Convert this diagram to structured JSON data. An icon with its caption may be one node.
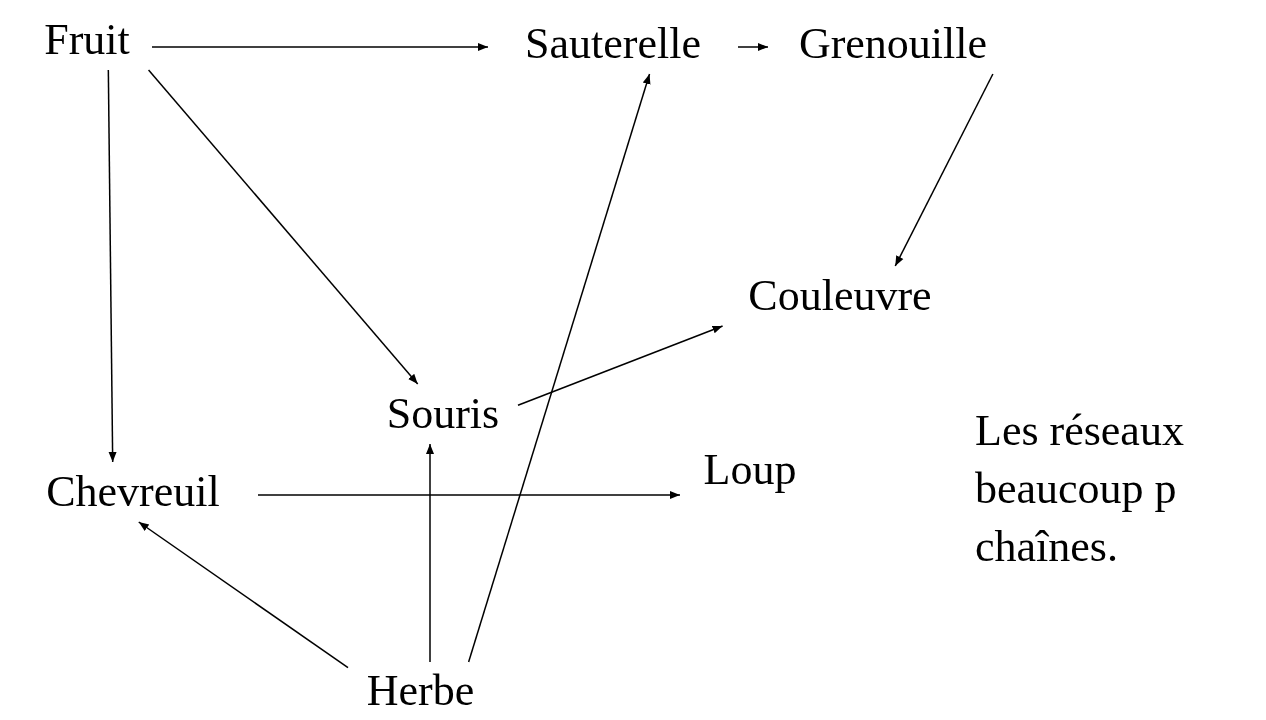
{
  "diagram": {
    "nodes": [
      {
        "text": [
          "Fruit"
        ]
      },
      {
        "text": [
          "Sauterelle"
        ]
      },
      {
        "text": [
          "Grenouille"
        ]
      },
      {
        "text": [
          "Couleuvre"
        ]
      },
      {
        "text": [
          "Souris"
        ]
      },
      {
        "text": [
          "Chevreuil"
        ]
      },
      {
        "text": [
          "Loup"
        ]
      },
      {
        "text": [
          "Herbe"
        ]
      }
    ],
    "edges": [
      {
        "from": 0,
        "to": 1,
        "arrow": "to"
      },
      {
        "from": 1,
        "to": 2,
        "arrow": "to"
      },
      {
        "from": 2,
        "to": 3,
        "arrow": "to"
      },
      {
        "from": 0,
        "to": 5,
        "arrow": "to"
      },
      {
        "from": 0,
        "to": 4,
        "arrow": "to"
      },
      {
        "from": 4,
        "to": 3,
        "arrow": "to"
      },
      {
        "from": 5,
        "to": 6,
        "arrow": "to"
      },
      {
        "from": 7,
        "to": 4,
        "arrow": "to"
      },
      {
        "from": 7,
        "to": 1,
        "arrow": "to"
      },
      {
        "from": 7,
        "to": 5,
        "arrow": "to"
      }
    ],
    "labels": [
      "Les réseaux beaucoup p chaînes."
    ]
  }
}
